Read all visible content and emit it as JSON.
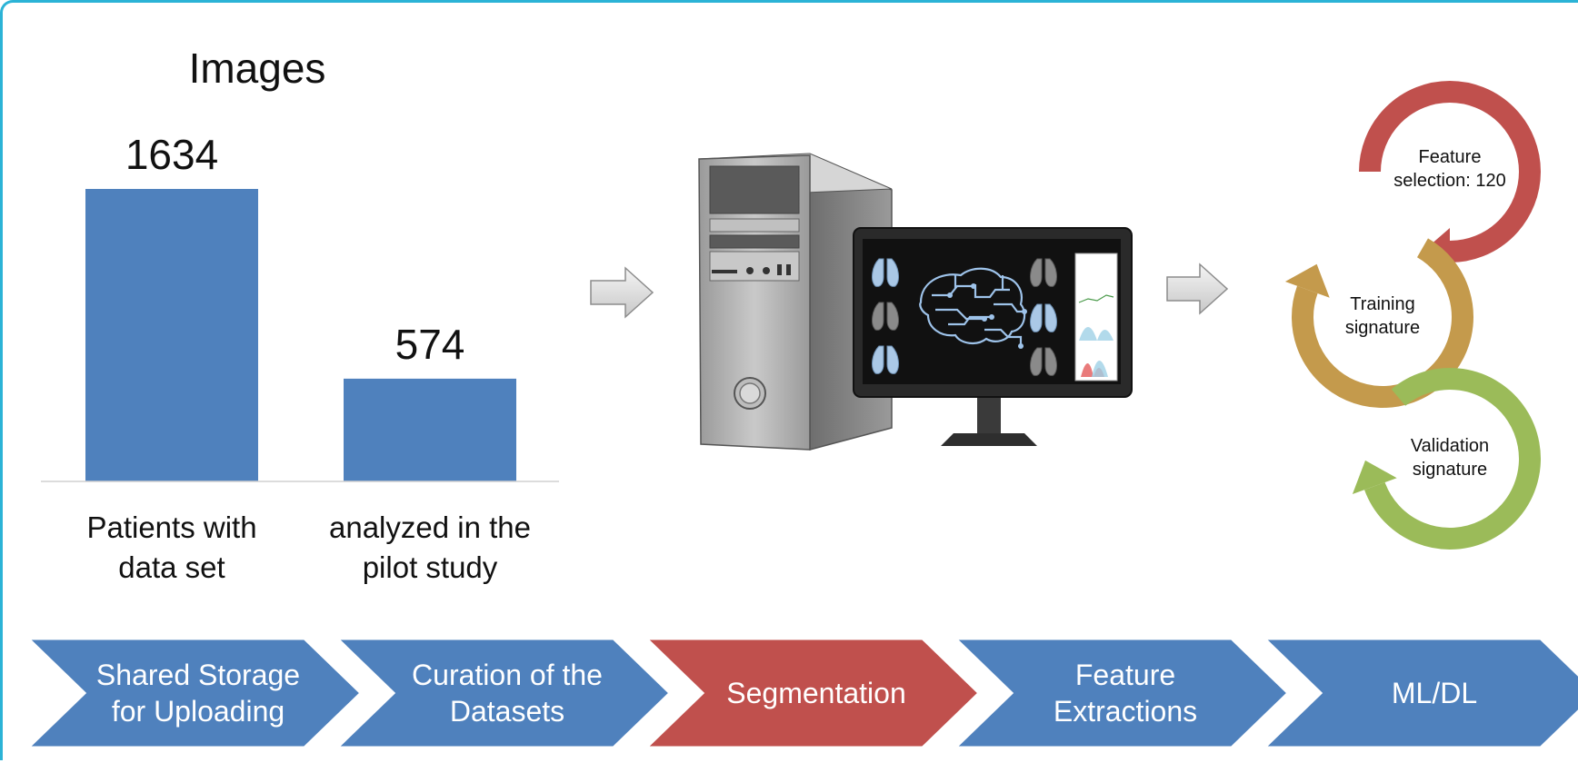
{
  "chart_data": {
    "type": "bar",
    "title": "Images",
    "categories": [
      [
        "Patients with",
        "data set"
      ],
      [
        "analyzed in the",
        "pilot study"
      ]
    ],
    "values": [
      1634,
      574
    ],
    "data_labels": [
      "1634",
      "574"
    ],
    "bar_color": "#4f81bd",
    "ylim": [
      0,
      1634
    ],
    "grid": false
  },
  "cycle": {
    "steps": [
      {
        "lines": [
          "Feature",
          "selection: 120"
        ],
        "color": "#c0504d"
      },
      {
        "lines": [
          "Training",
          "signature"
        ],
        "color": "#c49a4c"
      },
      {
        "lines": [
          "Validation",
          "signature"
        ],
        "color": "#9bbb59"
      }
    ]
  },
  "pipeline": {
    "steps": [
      {
        "lines": [
          "Shared Storage",
          "for Uploading"
        ],
        "color": "#4f81bd"
      },
      {
        "lines": [
          "Curation of the",
          "Datasets"
        ],
        "color": "#4f81bd"
      },
      {
        "lines": [
          "Segmentation"
        ],
        "color": "#c0504d"
      },
      {
        "lines": [
          "Feature",
          "Extractions"
        ],
        "color": "#4f81bd"
      },
      {
        "lines": [
          "ML/DL"
        ],
        "color": "#4f81bd"
      }
    ]
  },
  "illustration": {
    "icon": "computer-workstation-icon",
    "arrow_icon": "right-arrow-icon"
  },
  "colors": {
    "border": "#2bb3d6",
    "blue": "#4f81bd",
    "red": "#c0504d",
    "gold": "#c49a4c",
    "green": "#9bbb59"
  }
}
